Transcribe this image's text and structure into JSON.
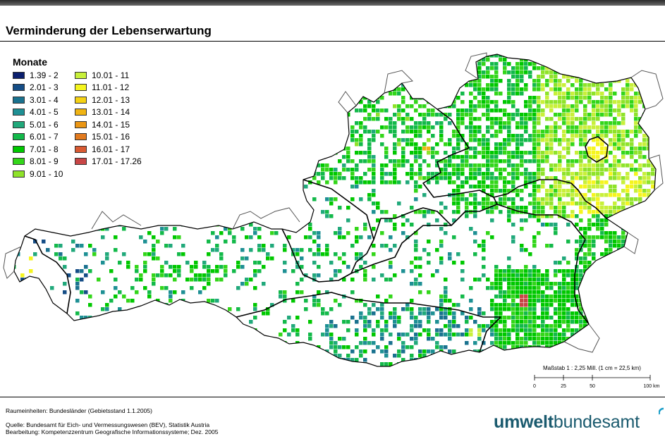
{
  "title": "Verminderung der Lebenserwartung",
  "legend": {
    "title": "Monate",
    "items": [
      {
        "label": "1.39 - 2",
        "color": "#0b1f6e"
      },
      {
        "label": "2.01 - 3",
        "color": "#154d86"
      },
      {
        "label": "3.01 - 4",
        "color": "#1a728f"
      },
      {
        "label": "4.01 - 5",
        "color": "#1e9094"
      },
      {
        "label": "5.01 - 6",
        "color": "#21a97b"
      },
      {
        "label": "6.01 - 7",
        "color": "#13b94a"
      },
      {
        "label": "7.01 - 8",
        "color": "#00c800"
      },
      {
        "label": "8.01 - 9",
        "color": "#33d61a"
      },
      {
        "label": "9.01 - 10",
        "color": "#8fe32a"
      },
      {
        "label": "10.01 - 11",
        "color": "#c8f03a"
      },
      {
        "label": "11.01 - 12",
        "color": "#f5f51e"
      },
      {
        "label": "12.01 - 13",
        "color": "#f5d214"
      },
      {
        "label": "13.01 - 14",
        "color": "#f0b414"
      },
      {
        "label": "14.01 - 15",
        "color": "#eb9614"
      },
      {
        "label": "15.01 - 16",
        "color": "#e27a1e"
      },
      {
        "label": "16.01 - 17",
        "color": "#d95a32"
      },
      {
        "label": "17.01 - 17.26",
        "color": "#c84646"
      }
    ]
  },
  "scale": {
    "label": "Maßstab 1 : 2,25 Mill. (1 cm = 22,5 km)",
    "ticks": [
      "0",
      "25",
      "50",
      "100 km"
    ]
  },
  "footer": {
    "units": "Raumeinheiten: Bundesländer (Gebietsstand 1.1.2005)",
    "source": "Quelle: Bundesamt für Eich- und Vermessungswesen (BEV), Statistik Austria",
    "processing": "Bearbeitung: Kompetenzzentrum Geografische Informationssysteme; Dez. 2005"
  },
  "logo": {
    "bold": "umwelt",
    "light": "bundesamt"
  }
}
